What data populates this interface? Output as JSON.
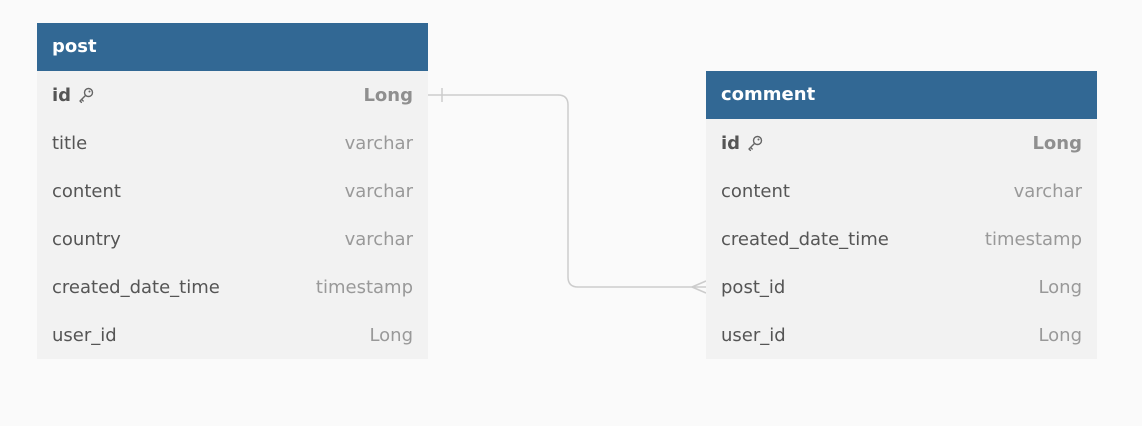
{
  "tables": {
    "post": {
      "name": "post",
      "columns": [
        {
          "name": "id",
          "type": "Long",
          "pk": true
        },
        {
          "name": "title",
          "type": "varchar"
        },
        {
          "name": "content",
          "type": "varchar"
        },
        {
          "name": "country",
          "type": "varchar"
        },
        {
          "name": "created_date_time",
          "type": "timestamp"
        },
        {
          "name": "user_id",
          "type": "Long"
        }
      ]
    },
    "comment": {
      "name": "comment",
      "columns": [
        {
          "name": "id",
          "type": "Long",
          "pk": true
        },
        {
          "name": "content",
          "type": "varchar"
        },
        {
          "name": "created_date_time",
          "type": "timestamp"
        },
        {
          "name": "post_id",
          "type": "Long"
        },
        {
          "name": "user_id",
          "type": "Long"
        }
      ]
    }
  },
  "relationships": [
    {
      "from": "post.id",
      "to": "comment.post_id",
      "from_cardinality": "one",
      "to_cardinality": "many"
    }
  ],
  "colors": {
    "header": "#326894",
    "canvas": "#fafafa",
    "table_body": "#f2f2f2",
    "connector": "#cccccc"
  },
  "icons": {
    "primary_key": "key-icon"
  }
}
